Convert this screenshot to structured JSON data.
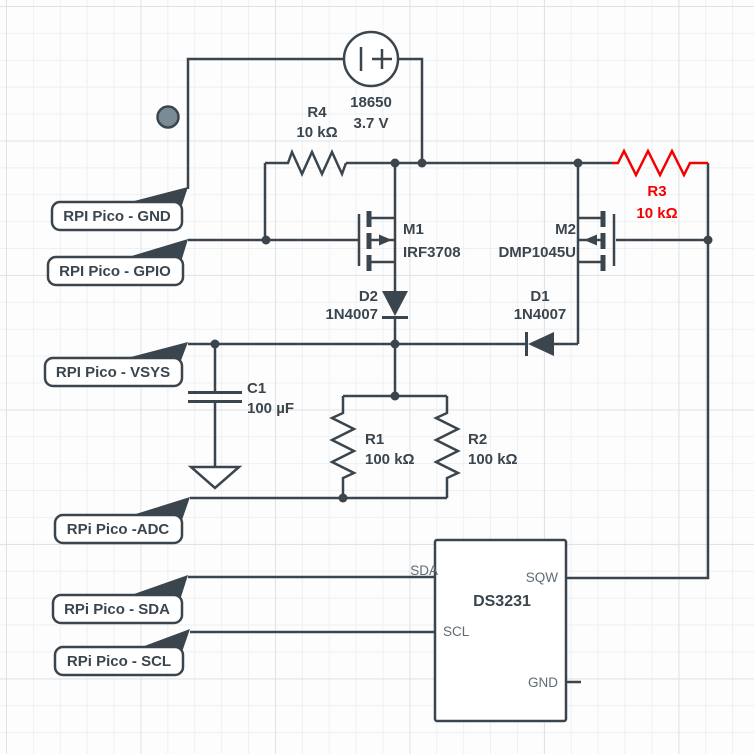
{
  "colors": {
    "wire": "#3A454D",
    "red": "#F40000",
    "pin": "#5F6B73",
    "gridMinor": "#eef0f2",
    "gridMajor": "#dfe3e5",
    "dotFill": "#7A8B95",
    "canvasBg": "#fdfdfe"
  },
  "schematic": {
    "battery": {
      "label_model": "18650",
      "label_voltage": "3.7 V"
    },
    "r4": {
      "designator": "R4",
      "value": "10 kΩ"
    },
    "r3": {
      "designator": "R3",
      "value": "10 kΩ",
      "highlight_color": "#F40000"
    },
    "r1": {
      "designator": "R1",
      "value": "100 kΩ"
    },
    "r2": {
      "designator": "R2",
      "value": "100 kΩ"
    },
    "m1": {
      "designator": "M1",
      "part": "IRF3708"
    },
    "m2": {
      "designator": "M2",
      "part": "DMP1045U"
    },
    "d2": {
      "designator": "D2",
      "part": "1N4007"
    },
    "d1": {
      "designator": "D1",
      "part": "1N4007"
    },
    "c1": {
      "designator": "C1",
      "value": "100 µF"
    },
    "ic": {
      "title": "DS3231",
      "pin_sda": "SDA",
      "pin_sqw": "SQW",
      "pin_scl": "SCL",
      "pin_gnd": "GND"
    },
    "callouts": {
      "gnd": {
        "label": "RPI Pico - GND"
      },
      "gpio": {
        "label": "RPI Pico - GPIO"
      },
      "vsys": {
        "label": "RPI Pico - VSYS"
      },
      "adc": {
        "label": "RPi Pico -ADC"
      },
      "sda": {
        "label": "RPi Pico - SDA"
      },
      "scl": {
        "label": "RPi Pico - SCL"
      }
    }
  }
}
